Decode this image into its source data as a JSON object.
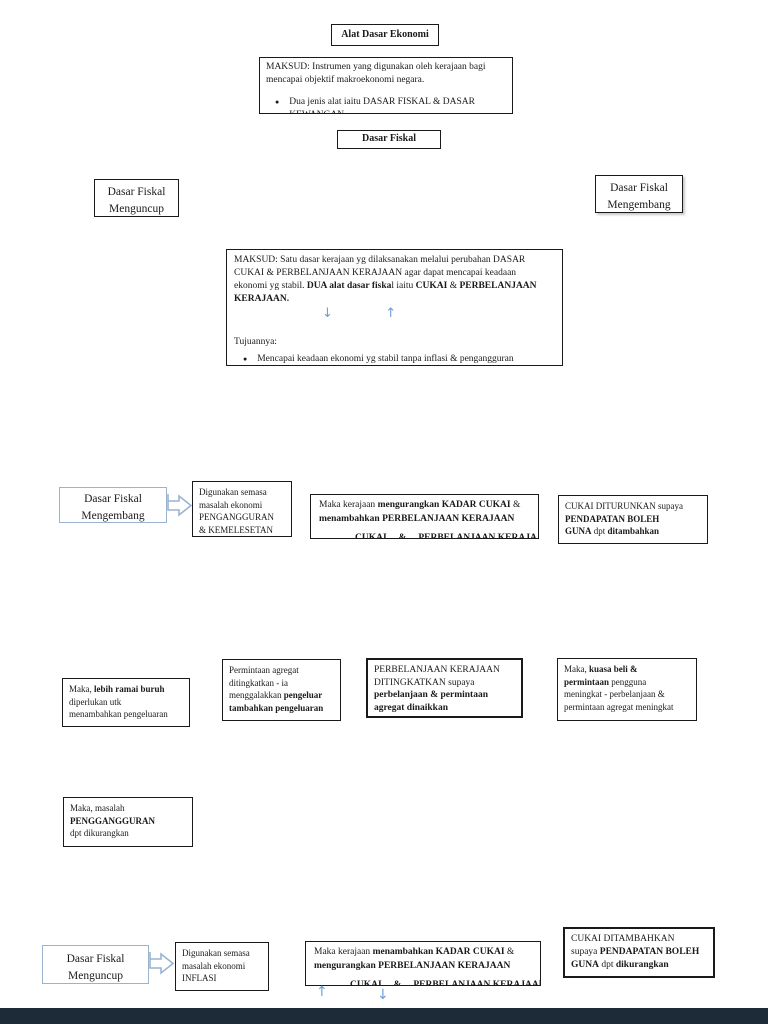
{
  "colors": {
    "arrow_blue": "#6f9ed6",
    "flow_blue": "#9ab4d0",
    "bottom_bar": "#1d2a38",
    "box_border": "#1a1a1a"
  },
  "icons": {
    "arrow_down": "↓",
    "arrow_up": "↑",
    "bullet": "●",
    "block_arrow_right": "hollow-right-block-arrow"
  },
  "title_box": {
    "label": "Alat Dasar Ekonomi"
  },
  "maksud1": {
    "para": [
      "MAKSUD: Instrumen yang digunakan oleh kerajaan bagi",
      "mencapai objektif makroekonomi negara."
    ],
    "bullet_lines": [
      "Dua jenis alat iaitu DASAR FISKAL & DASAR",
      "KEWANGAN"
    ]
  },
  "dasar_fiskal_box": {
    "label": "Dasar Fiskal"
  },
  "menguncup_top": {
    "lines": [
      "Dasar Fiskal",
      "Menguncup"
    ]
  },
  "mengembang_top": {
    "lines": [
      "Dasar Fiskal",
      "Mengembang"
    ]
  },
  "maksud2": {
    "para": [
      [
        {
          "t": "MAKSUD: Satu dasar kerajaan yg dilaksanakan melalui perubahan DASAR"
        }
      ],
      [
        {
          "t": "CUKAI & PERBELANJAAN KERAJAAN agar dapat mencapai keadaan"
        }
      ],
      [
        {
          "t": "ekonomi yg stabil. "
        },
        {
          "t": "DUA alat dasar fiska",
          "b": true
        },
        {
          "t": "l iaitu "
        },
        {
          "t": "CUKAI",
          "b": true
        },
        {
          "t": " & "
        },
        {
          "t": "PERBELANJAAN",
          "b": true
        }
      ],
      [
        {
          "t": "KERAJAAN.",
          "b": true
        }
      ]
    ],
    "tujuan": "Tujuannya:",
    "bullet": "Mencapai keadaan ekonomi yg stabil tanpa inflasi & pengangguran"
  },
  "mengembang_flow": {
    "label_lines": [
      "Dasar Fiskal",
      "Mengembang"
    ],
    "digunakan_lines": [
      "Digunakan semasa",
      "masalah ekonomi",
      "PENGANGGURAN",
      "& KEMELESETAN"
    ],
    "maka_main": [
      [
        {
          "t": "Maka kerajaan "
        },
        {
          "t": "mengurangkan KADAR CUKAI",
          "b": true
        },
        {
          "t": " &"
        }
      ],
      [
        {
          "t": "menambahkan PERBELANJAAN KERAJAAN",
          "b": true
        }
      ]
    ],
    "maka_sub": [
      [
        {
          "t": "CUKAI     &     PERBELANJAAN KERAJAAN",
          "b": true
        }
      ]
    ],
    "cukai_lines": [
      [
        {
          "t": "CUKAI DITURUNKAN supaya"
        }
      ],
      [
        {
          "t": "PENDAPATAN BOLEH",
          "b": true
        }
      ],
      [
        {
          "t": "GUNA",
          "b": true
        },
        {
          "t": " dpt "
        },
        {
          "t": "ditambahkan",
          "b": true
        }
      ]
    ]
  },
  "row2": {
    "buruh_lines": [
      [
        {
          "t": "Maka, "
        },
        {
          "t": "lebih ramai buruh",
          "b": true
        }
      ],
      [
        {
          "t": "diperlukan utk"
        }
      ],
      [
        {
          "t": "menambahkan pengeluaran"
        }
      ]
    ],
    "permintaan_lines": [
      [
        {
          "t": "Permintaan agregat"
        }
      ],
      [
        {
          "t": "ditingkatkan - ia"
        }
      ],
      [
        {
          "t": "menggalakkan "
        },
        {
          "t": "pengeluar",
          "b": true
        }
      ],
      [
        {
          "t": "tambahkan pengeluaran",
          "b": true
        }
      ]
    ],
    "perbelanjaan_lines": [
      [
        {
          "t": "PERBELANJAAN KERAJAAN"
        }
      ],
      [
        {
          "t": "DITINGKATKAN supaya"
        }
      ],
      [
        {
          "t": "perbelanjaan & permintaan",
          "b": true
        }
      ],
      [
        {
          "t": "agregat dinaikkan",
          "b": true
        }
      ]
    ],
    "kuasa_lines": [
      [
        {
          "t": "Maka, "
        },
        {
          "t": "kuasa beli &",
          "b": true
        }
      ],
      [
        {
          "t": "permintaan",
          "b": true
        },
        {
          "t": " pengguna"
        }
      ],
      [
        {
          "t": "meningkat - perbelanjaan &"
        }
      ],
      [
        {
          "t": "permintaan agregat meningkat"
        }
      ]
    ]
  },
  "result_box": {
    "lines": [
      [
        {
          "t": "Maka, masalah"
        }
      ],
      [
        {
          "t": "PENGGANGGURAN",
          "b": true
        }
      ],
      [
        {
          "t": "dpt dikurangkan"
        }
      ]
    ]
  },
  "menguncup_flow": {
    "label_lines": [
      "Dasar Fiskal",
      "Menguncup"
    ],
    "digunakan_lines": [
      "Digunakan semasa",
      "masalah ekonomi",
      "INFLASI"
    ],
    "maka_main": [
      [
        {
          "t": "Maka kerajaan "
        },
        {
          "t": "menambahkan KADAR CUKAI",
          "b": true
        },
        {
          "t": " &"
        }
      ],
      [
        {
          "t": "mengurangkan PERBELANJAAN KERAJAAN",
          "b": true
        }
      ]
    ],
    "maka_sub": [
      [
        {
          "t": "CUKAI     &     PERBELANJAAN KERAJAAN",
          "b": true
        }
      ]
    ],
    "cukai_lines": [
      [
        {
          "t": "CUKAI DITAMBAHKAN"
        }
      ],
      [
        {
          "t": "supaya "
        },
        {
          "t": "PENDAPATAN BOLEH",
          "b": true
        }
      ],
      [
        {
          "t": "GUNA",
          "b": true
        },
        {
          "t": " dpt "
        },
        {
          "t": "dikurangkan",
          "b": true
        }
      ]
    ]
  }
}
